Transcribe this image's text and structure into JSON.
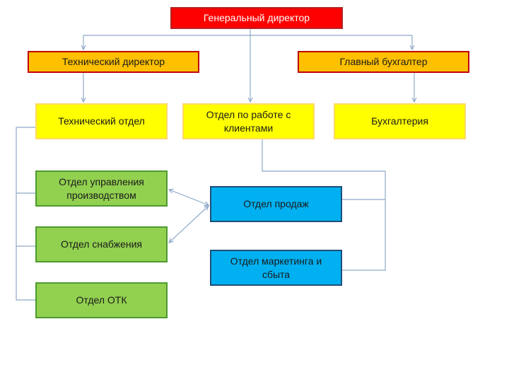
{
  "colors": {
    "top_fill": "#ff0000",
    "director_fill": "#ffc000",
    "department_fill": "#ffff00",
    "production_fill": "#92d050",
    "sales_fill": "#00b0f0",
    "connector": "#8ea9c8"
  },
  "nodes": {
    "ceo": "Генеральный директор",
    "tech_director": "Технический директор",
    "chief_accountant": "Главный бухгалтер",
    "tech_dept": "Технический отдел",
    "client_dept": "Отдел по работе с клиентами",
    "accounting": "Бухгалтерия",
    "production_mgmt": "Отдел управления производством",
    "supply_dept": "Отдел снабжения",
    "otk_dept": "Отдел ОТК",
    "sales_dept": "Отдел продаж",
    "marketing_dept": "Отдел маркетинга и сбыта"
  }
}
